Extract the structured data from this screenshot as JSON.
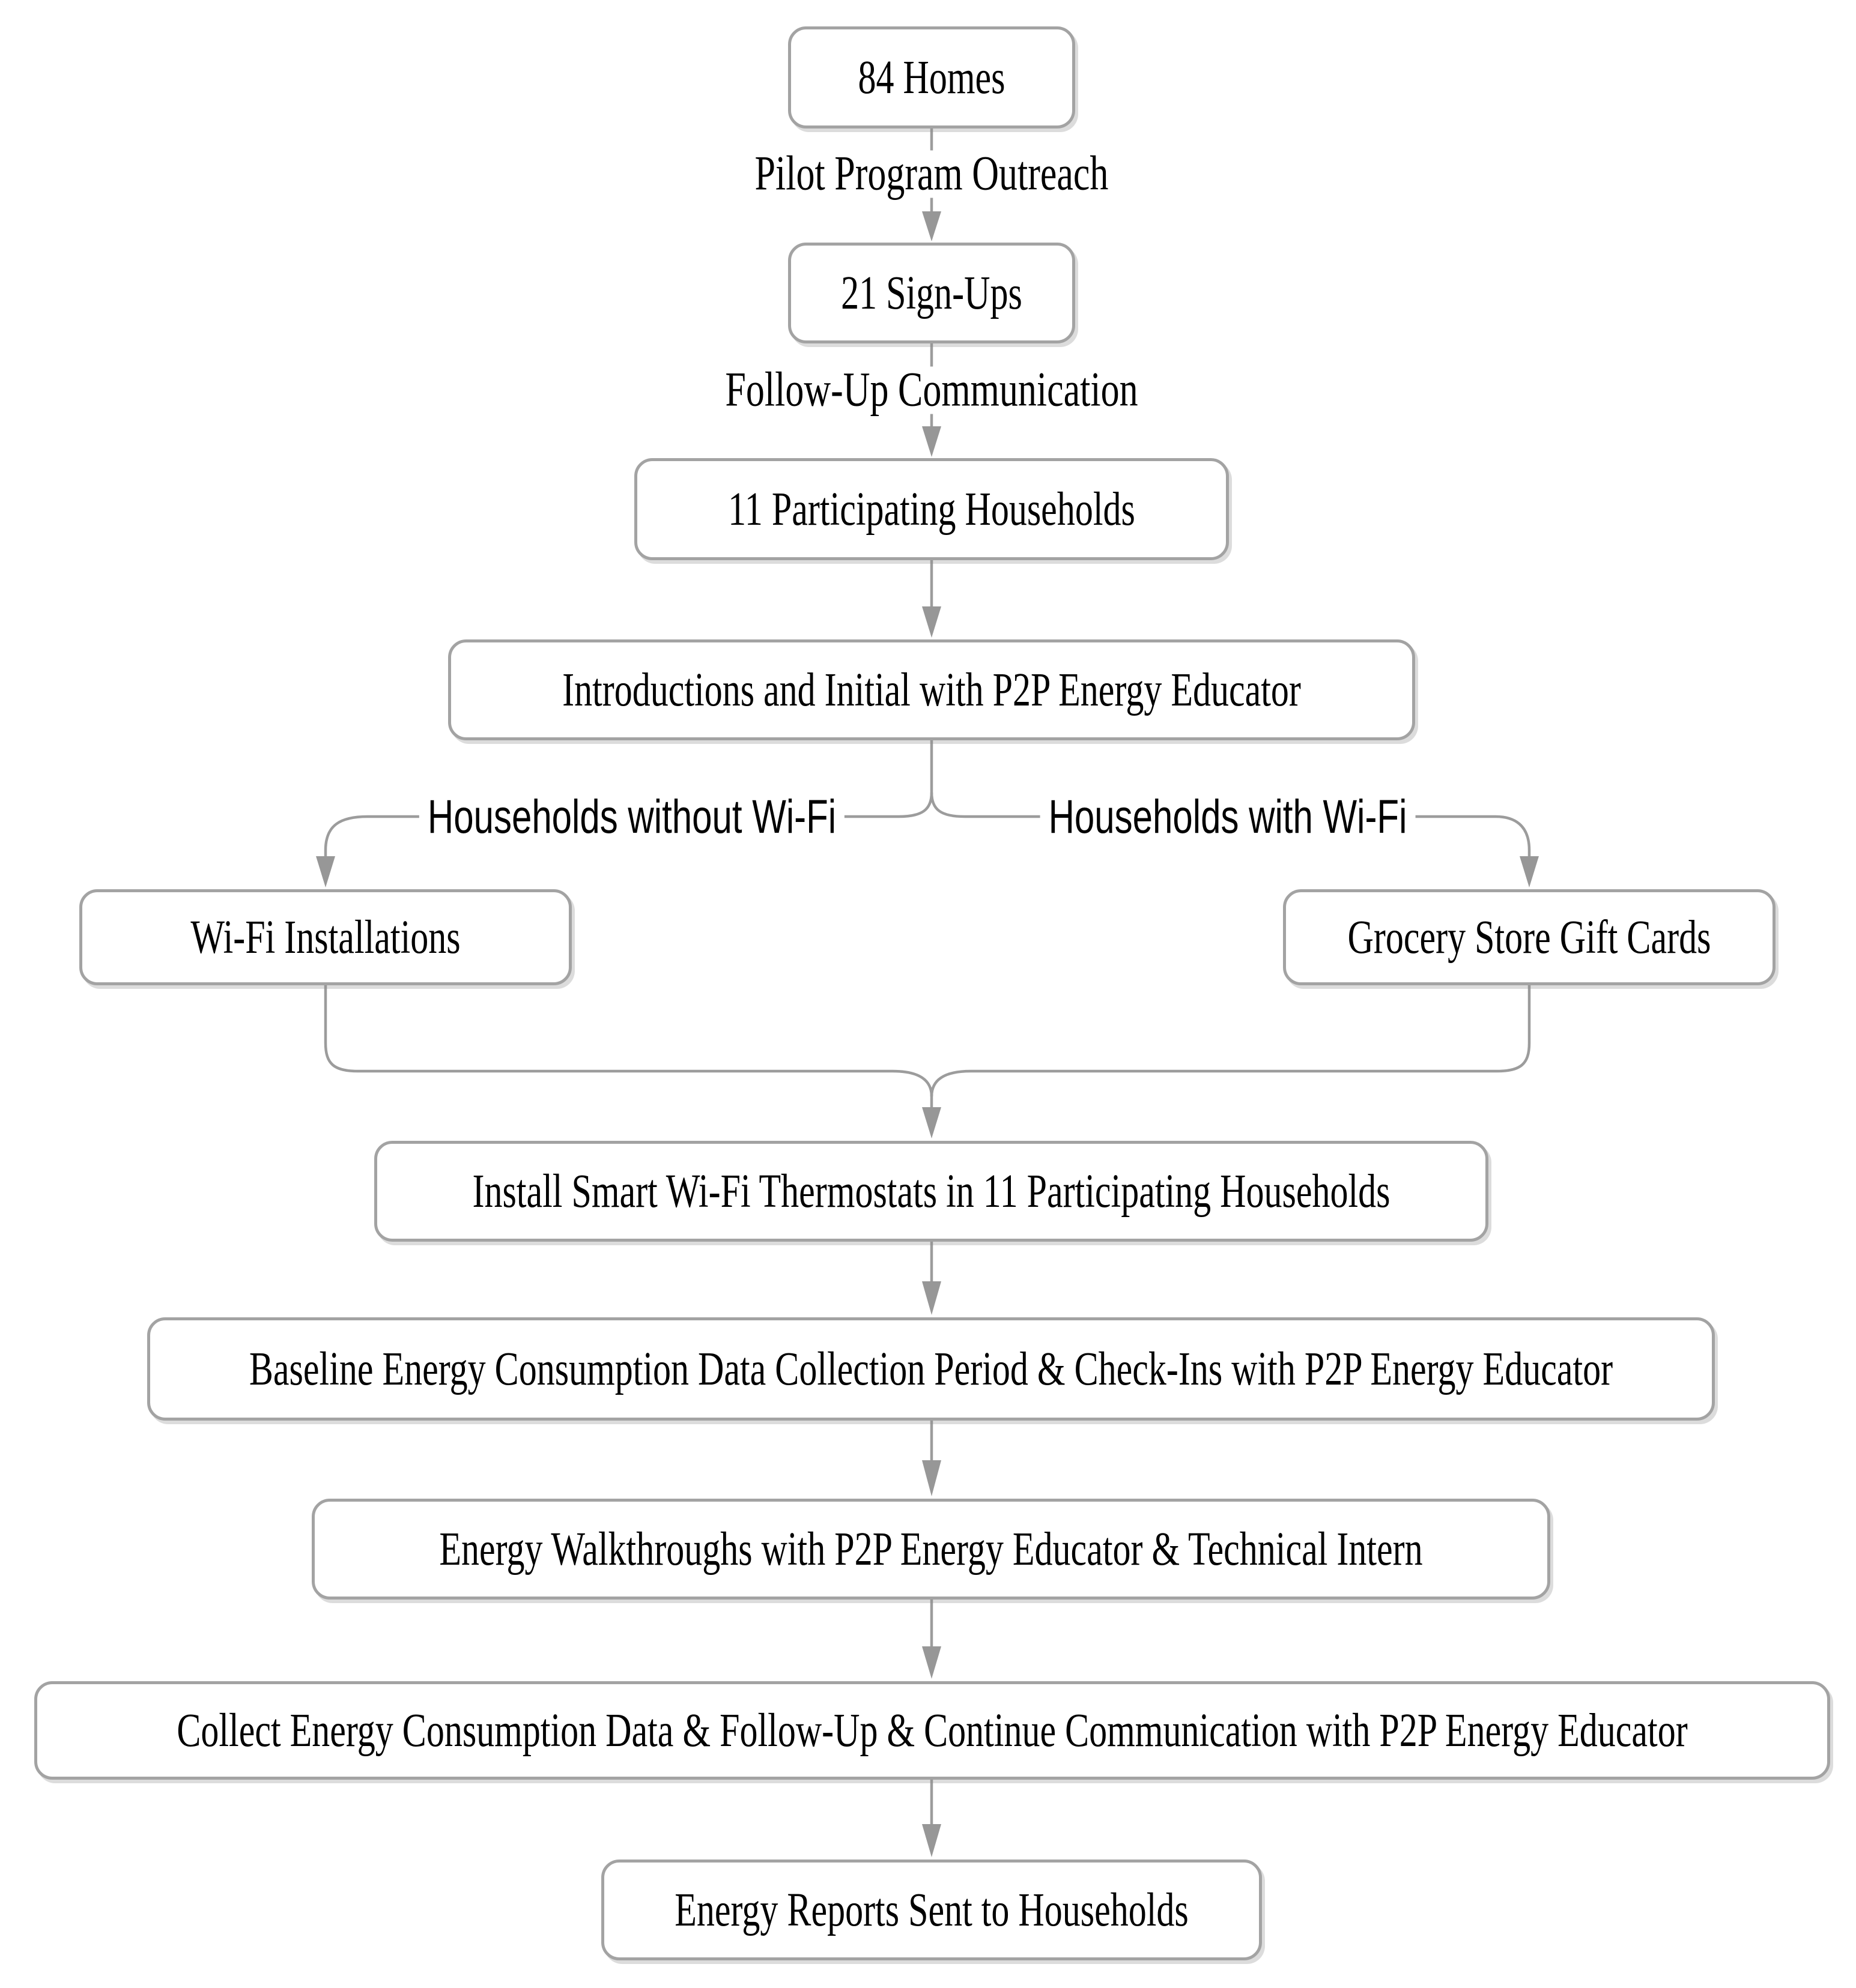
{
  "diagram": {
    "type": "flowchart",
    "direction": "top-down",
    "colors": {
      "background": "#ffffff",
      "node_fill": "#ffffff",
      "node_border": "#a3a3a3",
      "edge_line": "#9c9c9c",
      "arrowhead": "#979797",
      "text": "#000000"
    },
    "nodes": {
      "homes": {
        "label": "84 Homes"
      },
      "signups": {
        "label": "21 Sign-Ups"
      },
      "participating": {
        "label": "11 Participating Households"
      },
      "introductions": {
        "label": "Introductions and Initial with P2P Energy Educator"
      },
      "wifi_installations": {
        "label": "Wi-Fi Installations"
      },
      "gift_cards": {
        "label": "Grocery Store Gift Cards"
      },
      "install_thermostats": {
        "label": "Install Smart Wi-Fi Thermostats in 11 Participating Households"
      },
      "baseline": {
        "label": "Baseline Energy Consumption Data Collection Period & Check-Ins with P2P Energy Educator"
      },
      "walkthroughs": {
        "label": "Energy Walkthroughs with P2P Energy Educator & Technical Intern"
      },
      "collect": {
        "label": "Collect Energy Consumption Data & Follow-Up & Continue Communication with P2P Energy Educator"
      },
      "reports": {
        "label": "Energy Reports Sent to Households"
      }
    },
    "edge_labels": {
      "outreach": "Pilot Program Outreach",
      "followup": "Follow-Up Communication",
      "without_wifi": "Households without Wi-Fi",
      "with_wifi": "Households with Wi-Fi"
    },
    "edges": [
      {
        "from": "84 Homes",
        "to": "21 Sign-Ups",
        "label": "Pilot Program Outreach"
      },
      {
        "from": "21 Sign-Ups",
        "to": "11 Participating Households",
        "label": "Follow-Up Communication"
      },
      {
        "from": "11 Participating Households",
        "to": "Introductions and Initial with P2P Energy Educator",
        "label": ""
      },
      {
        "from": "Introductions and Initial with P2P Energy Educator",
        "to": "Wi-Fi Installations",
        "label": "Households without Wi-Fi"
      },
      {
        "from": "Introductions and Initial with P2P Energy Educator",
        "to": "Grocery Store Gift Cards",
        "label": "Households with Wi-Fi"
      },
      {
        "from": "Wi-Fi Installations",
        "to": "Install Smart Wi-Fi Thermostats in 11 Participating Households",
        "label": ""
      },
      {
        "from": "Grocery Store Gift Cards",
        "to": "Install Smart Wi-Fi Thermostats in 11 Participating Households",
        "label": ""
      },
      {
        "from": "Install Smart Wi-Fi Thermostats in 11 Participating Households",
        "to": "Baseline Energy Consumption Data Collection Period & Check-Ins with P2P Energy Educator",
        "label": ""
      },
      {
        "from": "Baseline Energy Consumption Data Collection Period & Check-Ins with P2P Energy Educator",
        "to": "Energy Walkthroughs with P2P Energy Educator & Technical Intern",
        "label": ""
      },
      {
        "from": "Energy Walkthroughs with P2P Energy Educator & Technical Intern",
        "to": "Collect Energy Consumption Data & Follow-Up & Continue Communication with P2P Energy Educator",
        "label": ""
      },
      {
        "from": "Collect Energy Consumption Data & Follow-Up & Continue Communication with P2P Energy Educator",
        "to": "Energy Reports Sent to Households",
        "label": ""
      }
    ]
  }
}
